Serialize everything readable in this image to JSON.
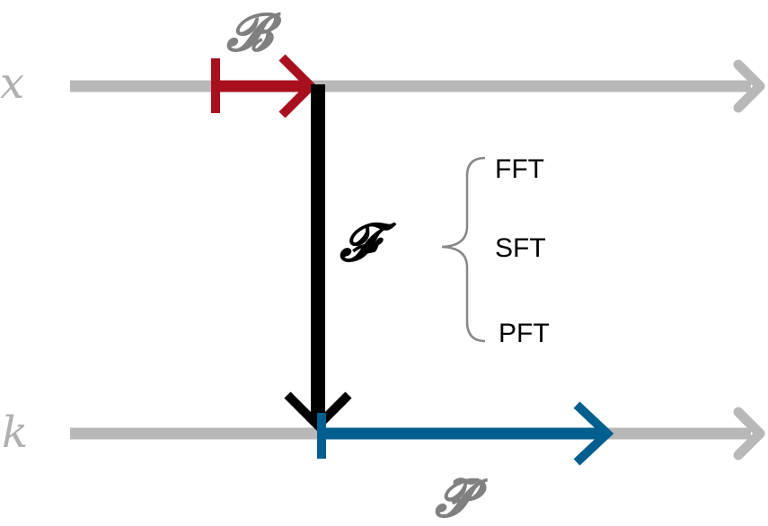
{
  "axes": {
    "top_label": "x",
    "bottom_label": "k"
  },
  "operators": {
    "b_label": "𝓑",
    "f_label": "𝓕",
    "p_label": "𝓟",
    "p_tilde": "~"
  },
  "methods": [
    "FFT",
    "SFT",
    "PFT"
  ],
  "colors": {
    "axis": "#b8b8b8",
    "axis_label": "#b0b0b0",
    "b_arrow": "#a8101e",
    "f_arrow": "#000000",
    "p_arrow": "#005f8e",
    "op_text": "#808080",
    "brace": "#888888"
  }
}
